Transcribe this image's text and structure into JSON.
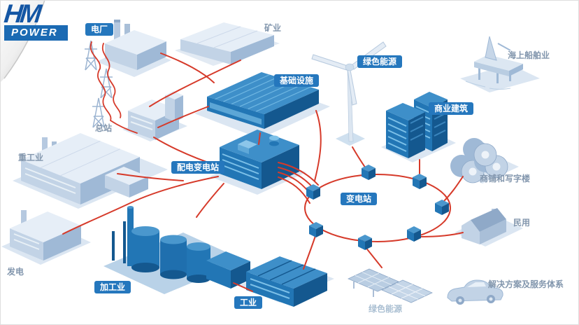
{
  "logo": {
    "brand": "HM",
    "sub": "POWER"
  },
  "colors": {
    "badge_blue": "#2577bd",
    "line_red": "#d63a2a",
    "building_dark": "#2276b5",
    "building_light": "#c2d3e6",
    "label_grey": "#8296ad"
  },
  "labels": {
    "power_plant": "电厂",
    "mining": "矿业",
    "infrastructure": "基础设施",
    "green_energy_top": "绿色能源",
    "marine": "海上船舶业",
    "main_station": "总站",
    "commercial": "商业建筑",
    "heavy_industry": "重工业",
    "distribution_substation": "配电变电站",
    "shops_offices": "商铺和写字楼",
    "substation": "变电站",
    "residential": "民用",
    "generation": "发电",
    "processing": "加工业",
    "industry": "工业",
    "green_energy_bottom": "绿色能源",
    "solutions": "解决方案及服务体系"
  }
}
